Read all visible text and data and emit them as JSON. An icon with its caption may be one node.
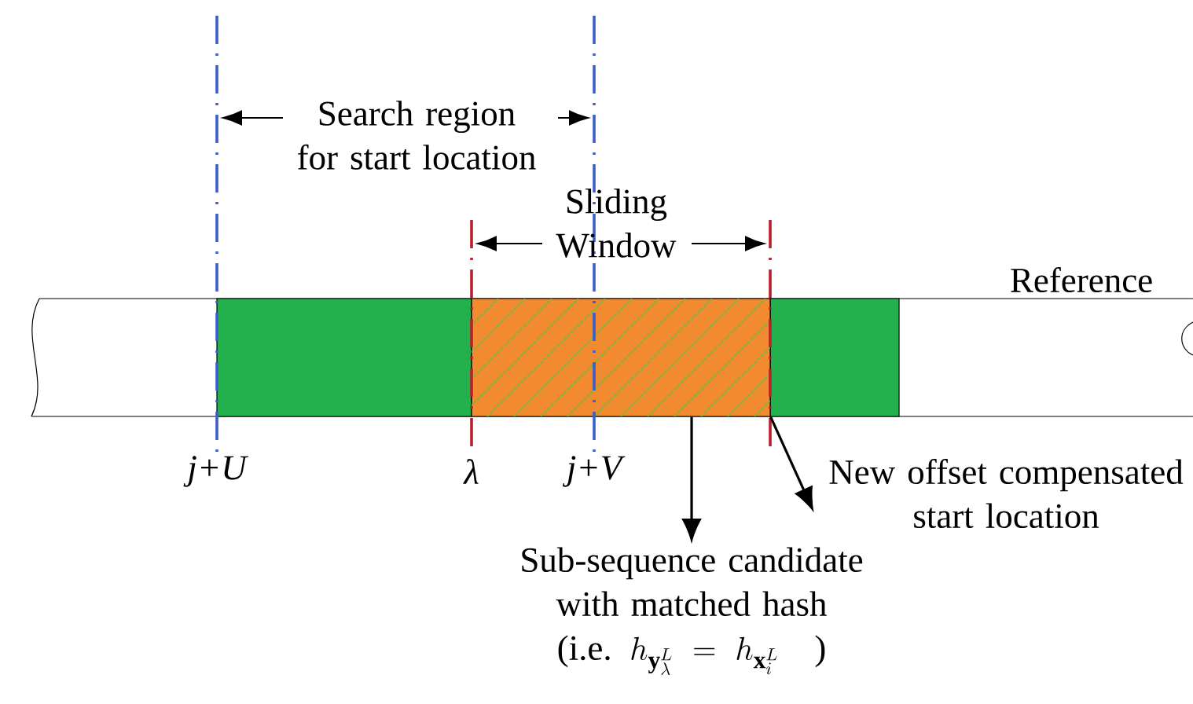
{
  "diagram": {
    "nodes": [
      {
        "text": [],
        "shape": "bar"
      },
      {
        "text": [
          "Sub-sequence candidate with matched hash",
          "(i.e.",
          "h_{\\mathbf{y}_{\\lambda}^{L}}=h_{\\mathbf{x}_{i}^{L}}",
          ")"
        ]
      },
      {
        "text": [
          "New offset compensated start location"
        ]
      }
    ],
    "edges": [
      {
        "from": 0,
        "to": 1,
        "arrow": "to"
      },
      {
        "from": 0,
        "to": 2,
        "arrow": "to"
      }
    ],
    "labels": [
      "Search region for start location",
      "Sliding Window",
      "Reference",
      "j+U",
      "λ",
      "j+V"
    ]
  }
}
